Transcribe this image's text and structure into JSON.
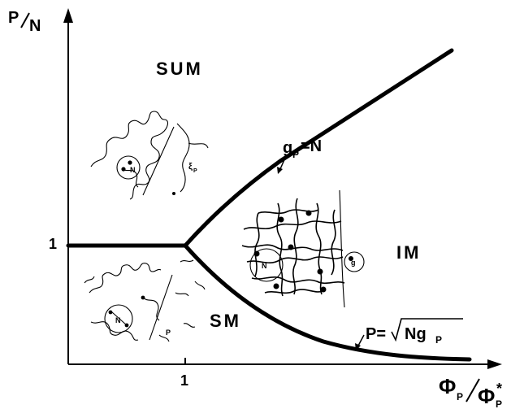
{
  "axes": {
    "y_label_num": "P",
    "y_label_den": "N",
    "x_label_num": "Φ",
    "x_label_num_sub": "P",
    "x_label_den": "Φ",
    "x_label_den_sub": "P",
    "x_label_den_sup": "*",
    "y_tick": "1",
    "x_tick": "1"
  },
  "regions": {
    "sum": "SUM",
    "sm": "SM",
    "im": "IM"
  },
  "curves": {
    "upper_eq_lhs": "g",
    "upper_eq_sub": "P",
    "upper_eq_rhs": "=N",
    "lower_eq_lhs": "P=",
    "lower_eq_rad": "Ng",
    "lower_eq_sub": "P"
  },
  "sketch_labels": {
    "sum_blob": "N",
    "sum_xi": "ξ",
    "sum_xi_sub": "P",
    "sm_blob": "N",
    "sm_p": "P",
    "im_blob_left": "N",
    "im_blob_right": "g"
  }
}
